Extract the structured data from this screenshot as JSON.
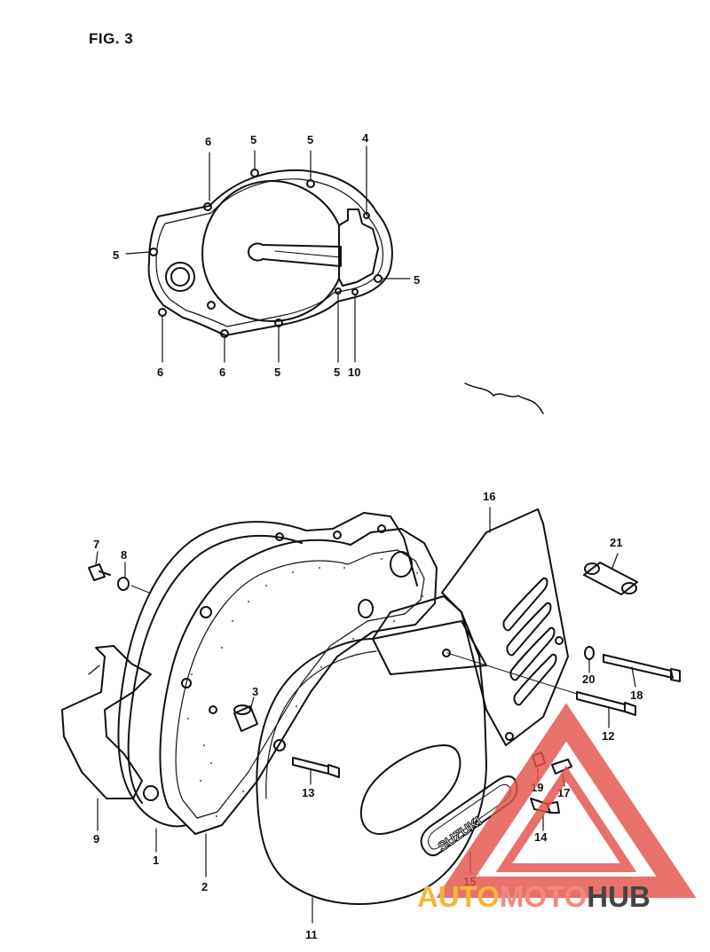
{
  "figure": {
    "title": "FIG. 3"
  },
  "callouts": [
    {
      "id": "c6a",
      "label": "6"
    },
    {
      "id": "c5a",
      "label": "5"
    },
    {
      "id": "c5b",
      "label": "5"
    },
    {
      "id": "c4",
      "label": "4"
    },
    {
      "id": "c5c",
      "label": "5"
    },
    {
      "id": "c5d",
      "label": "5"
    },
    {
      "id": "c6b",
      "label": "6"
    },
    {
      "id": "c6c",
      "label": "6"
    },
    {
      "id": "c5e",
      "label": "5"
    },
    {
      "id": "c5f",
      "label": "5"
    },
    {
      "id": "c10",
      "label": "10"
    },
    {
      "id": "c16",
      "label": "16"
    },
    {
      "id": "c21",
      "label": "21"
    },
    {
      "id": "c7",
      "label": "7"
    },
    {
      "id": "c8",
      "label": "8"
    },
    {
      "id": "c3",
      "label": "3"
    },
    {
      "id": "c20",
      "label": "20"
    },
    {
      "id": "c18",
      "label": "18"
    },
    {
      "id": "c12",
      "label": "12"
    },
    {
      "id": "c13",
      "label": "13"
    },
    {
      "id": "c19",
      "label": "19"
    },
    {
      "id": "c17",
      "label": "17"
    },
    {
      "id": "c14",
      "label": "14"
    },
    {
      "id": "c9",
      "label": "9"
    },
    {
      "id": "c1",
      "label": "1"
    },
    {
      "id": "c2",
      "label": "2"
    },
    {
      "id": "c15",
      "label": "15"
    },
    {
      "id": "c11",
      "label": "11"
    }
  ],
  "emblem": {
    "text": "SUZUKI"
  },
  "watermark": {
    "part1": "AUTO",
    "part2": "MOTO",
    "part3": "HUB",
    "color1": "#f4b63a",
    "color2": "#f08a80",
    "color3": "#444444"
  },
  "colors": {
    "ink": "#111111",
    "triangle": "#e5534b"
  }
}
